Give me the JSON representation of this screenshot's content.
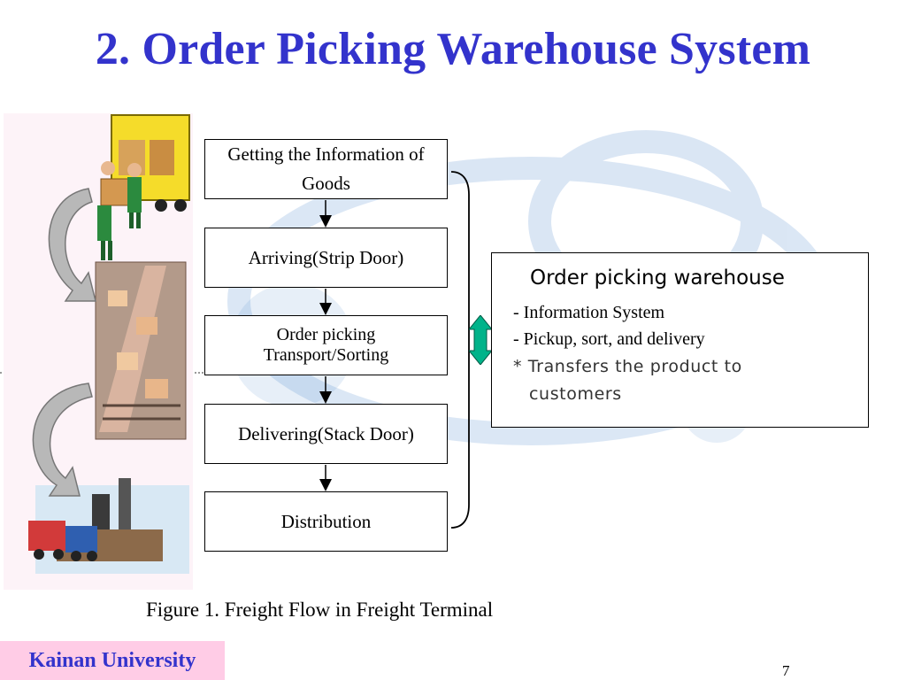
{
  "slide": {
    "title": "2. Order Picking Warehouse System",
    "caption": "Figure 1.  Freight Flow in Freight Terminal",
    "footer": "Kainan University",
    "page_number": "7"
  },
  "flow": {
    "steps": [
      {
        "label": "Getting the Information of Goods"
      },
      {
        "label": "Arriving(Strip Door)"
      },
      {
        "label_line1": "Order picking",
        "label_line2": "Transport/Sorting"
      },
      {
        "label": "Delivering(Stack Door)"
      },
      {
        "label": "Distribution"
      }
    ]
  },
  "info": {
    "heading": "Order picking warehouse",
    "items": [
      "- Information System",
      "- Pickup, sort, and delivery",
      "* Transfers the product to",
      "customers"
    ]
  },
  "colors": {
    "title": "#3333cc",
    "footer_bg": "#ffcce6",
    "connector": "#00b38a"
  },
  "icons": [
    "truck-loading-illustration",
    "conveyor-illustration",
    "factory-illustration",
    "curved-arrow-icon"
  ]
}
